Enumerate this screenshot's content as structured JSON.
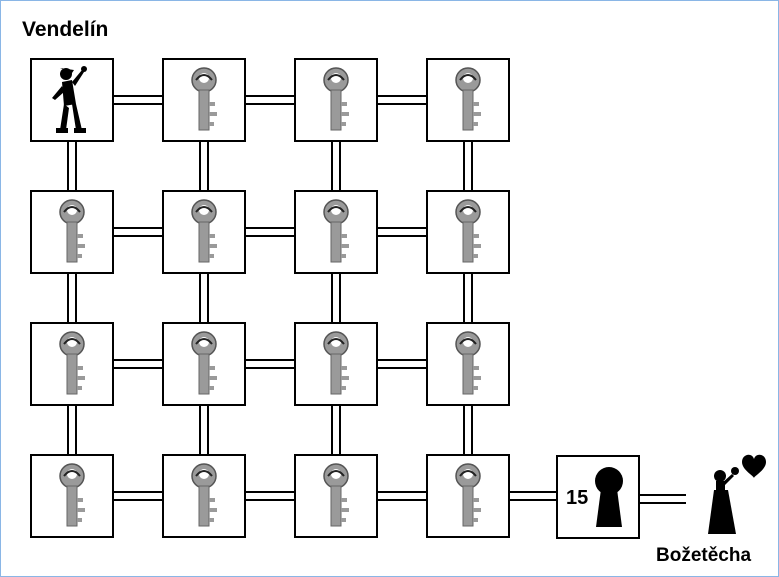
{
  "labels": {
    "start_name": "Vendelín",
    "goal_name": "Božetěcha"
  },
  "lock": {
    "number": "15"
  },
  "grid": {
    "rows": 4,
    "cols": 4
  },
  "rooms": [
    [
      "man-icon",
      "key-icon",
      "key-icon",
      "key-icon"
    ],
    [
      "key-icon",
      "key-icon",
      "key-icon",
      "key-icon"
    ],
    [
      "key-icon",
      "key-icon",
      "key-icon",
      "key-icon"
    ],
    [
      "key-icon",
      "key-icon",
      "key-icon",
      "key-icon"
    ]
  ],
  "colors": {
    "frame_border": "#8ab6e6",
    "key_gray": "#9a9a9a",
    "ink": "#000000"
  }
}
